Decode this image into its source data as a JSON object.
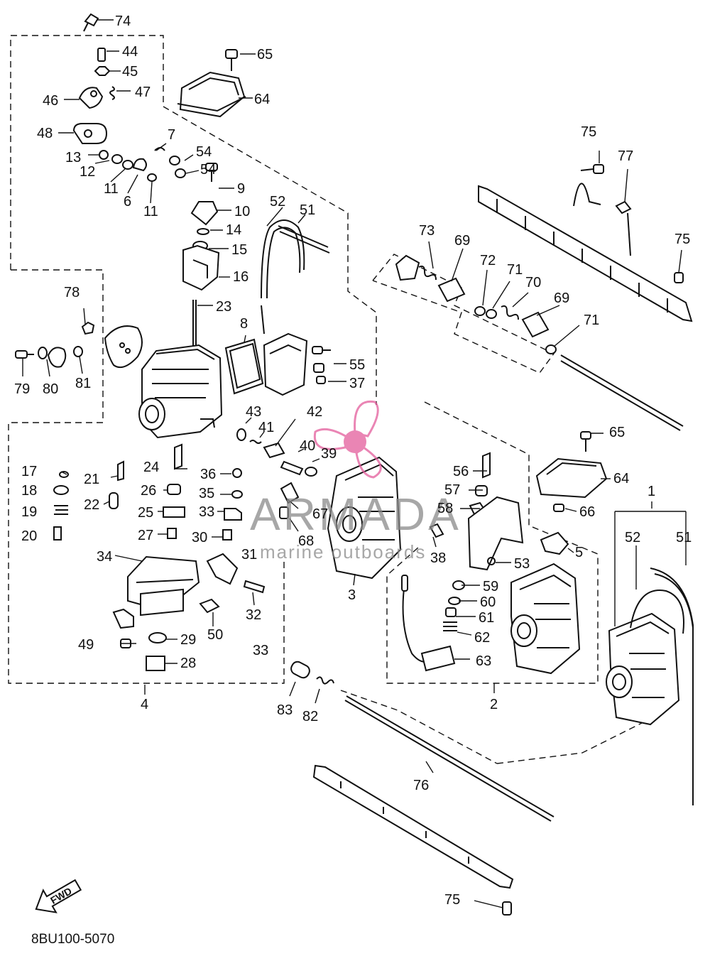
{
  "diagram": {
    "code": "8BU100-5070",
    "fwd_label": "FWD",
    "callouts": [
      "1",
      "2",
      "3",
      "4",
      "5",
      "6",
      "7",
      "8",
      "9",
      "10",
      "11",
      "11",
      "12",
      "13",
      "14",
      "15",
      "16",
      "17",
      "18",
      "19",
      "20",
      "21",
      "22",
      "23",
      "24",
      "25",
      "26",
      "27",
      "28",
      "29",
      "30",
      "31",
      "32",
      "33",
      "33",
      "34",
      "35",
      "36",
      "37",
      "38",
      "39",
      "40",
      "41",
      "42",
      "43",
      "44",
      "45",
      "46",
      "47",
      "48",
      "49",
      "50",
      "51",
      "51",
      "52",
      "52",
      "53",
      "54",
      "54",
      "55",
      "56",
      "57",
      "58",
      "59",
      "60",
      "61",
      "62",
      "63",
      "64",
      "64",
      "65",
      "65",
      "66",
      "67",
      "68",
      "69",
      "69",
      "70",
      "71",
      "71",
      "72",
      "73",
      "74",
      "75",
      "75",
      "75",
      "76",
      "77",
      "78",
      "79",
      "80",
      "81",
      "82",
      "83"
    ]
  },
  "watermark": {
    "brand": "ARMADA",
    "tagline": "marine outboards",
    "color": "#e35d9c"
  }
}
